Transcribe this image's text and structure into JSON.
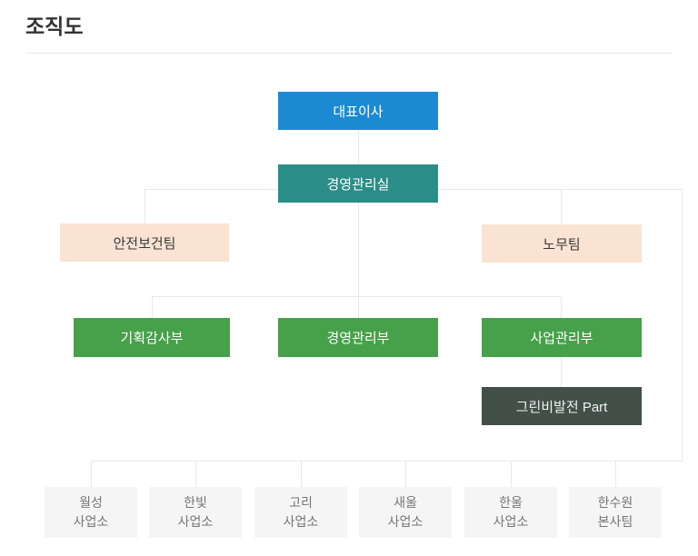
{
  "page": {
    "title": "조직도"
  },
  "colors": {
    "ceo_blue": "#1c8ad2",
    "teal": "#2b8d88",
    "peach": "#fae3d3",
    "green": "#47a04a",
    "dark_green": "#425049",
    "office_bg": "#f5f5f5",
    "office_text": "#757575",
    "line": "#e8e8e8",
    "divider": "#e7e7e7",
    "title_text": "#333333"
  },
  "chart": {
    "ceo": {
      "label": "대표이사"
    },
    "management_office": {
      "label": "경영관리실"
    },
    "safety_team": {
      "label": "안전보건팀"
    },
    "labor_team": {
      "label": "노무팀"
    },
    "planning_audit_dept": {
      "label": "기획감사부"
    },
    "management_dept": {
      "label": "경영관리부"
    },
    "business_dept": {
      "label": "사업관리부"
    },
    "green_part": {
      "label": "그린비발전 Part"
    },
    "offices": [
      {
        "line1": "월성",
        "line2": "사업소"
      },
      {
        "line1": "한빛",
        "line2": "사업소"
      },
      {
        "line1": "고리",
        "line2": "사업소"
      },
      {
        "line1": "새울",
        "line2": "사업소"
      },
      {
        "line1": "한울",
        "line2": "사업소"
      },
      {
        "line1": "한수원",
        "line2": "본사팀"
      }
    ]
  }
}
